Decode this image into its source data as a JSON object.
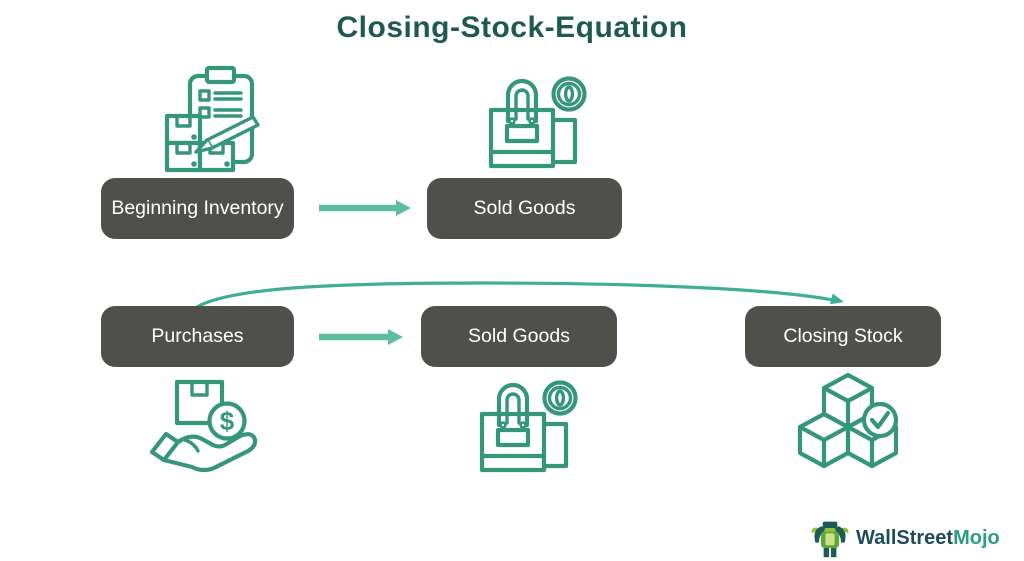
{
  "title": "Closing-Stock-Equation",
  "diagram": {
    "row1": [
      {
        "id": "beginning-inventory",
        "label": "Beginning Inventory",
        "icon": "inventory-clipboard-checklist-boxes-pen-icon"
      },
      {
        "id": "sold-goods-top",
        "label": "Sold Goods",
        "icon": "shopping-bag-with-coin-icon"
      }
    ],
    "row2": [
      {
        "id": "purchases",
        "label": "Purchases",
        "icon": "hand-holding-box-dollar-coin-icon"
      },
      {
        "id": "sold-goods-bottom",
        "label": "Sold Goods",
        "icon": "shopping-bag-with-coin-icon"
      },
      {
        "id": "closing-stock",
        "label": "Closing Stock",
        "icon": "stacked-cubes-checkmark-icon"
      }
    ],
    "connectors": [
      {
        "from": "beginning-inventory",
        "to": "sold-goods-top",
        "type": "straight-arrow"
      },
      {
        "from": "purchases",
        "to": "sold-goods-bottom",
        "type": "straight-arrow"
      },
      {
        "from": "purchases",
        "to": "closing-stock",
        "type": "curved-arrow"
      }
    ]
  },
  "logo": {
    "mascot": "wallstreetmojo-bull-mascot-icon",
    "text_primary": "WallStreet",
    "text_secondary": "Mojo"
  },
  "colors": {
    "background": "#ffffff",
    "title_text": "#1f5a50",
    "icon_stroke": "#35967a",
    "node_bg": "#4f4f4c",
    "node_text": "#ffffff",
    "arrow": "#5ebda1",
    "curved_arrow": "#3fae95",
    "logo_primary": "#1d4e57",
    "logo_secondary": "#2d9c82",
    "mascot_dark": "#1d5c54",
    "mascot_green": "#94c13d",
    "mascot_body": "#5ea73c",
    "mascot_panel": "#cfe283"
  }
}
